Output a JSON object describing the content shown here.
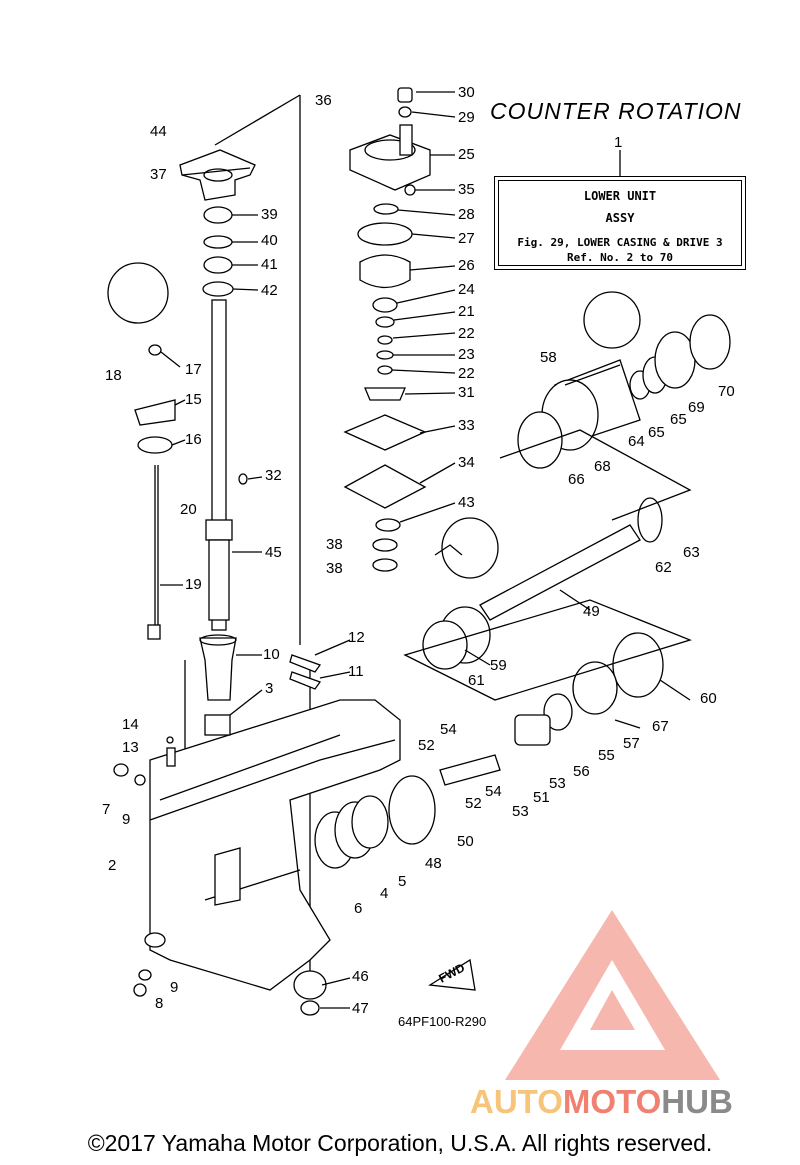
{
  "title": "COUNTER ROTATION",
  "info_box": {
    "ref_number": "1",
    "line1": "LOWER UNIT",
    "line2": "ASSY",
    "line3": "Fig. 29, LOWER CASING & DRIVE 3",
    "line4": "Ref. No. 2 to 70"
  },
  "callouts": {
    "c30": "30",
    "c29": "29",
    "c36": "36",
    "c25": "25",
    "c35": "35",
    "c28": "28",
    "c27": "27",
    "c26": "26",
    "c24": "24",
    "c21": "21",
    "c22a": "22",
    "c23": "23",
    "c22b": "22",
    "c31": "31",
    "c33": "33",
    "c34": "34",
    "c43": "43",
    "c38a": "38",
    "c38b": "38",
    "c44": "44",
    "c37": "37",
    "c39": "39",
    "c40": "40",
    "c41": "41",
    "c42": "42",
    "c17": "17",
    "c18": "18",
    "c15": "15",
    "c16": "16",
    "c32": "32",
    "c20": "20",
    "c45": "45",
    "c19": "19",
    "c12": "12",
    "c10": "10",
    "c11": "11",
    "c3": "3",
    "c14": "14",
    "c13": "13",
    "c7": "7",
    "c9a": "9",
    "c2": "2",
    "c9b": "9",
    "c8": "8",
    "c46": "46",
    "c47": "47",
    "c6": "6",
    "c4": "4",
    "c5": "5",
    "c48": "48",
    "c50": "50",
    "c54a": "54",
    "c52a": "52",
    "c54b": "54",
    "c52b": "52",
    "c51": "51",
    "c53a": "53",
    "c53b": "53",
    "c56": "56",
    "c55": "55",
    "c57": "57",
    "c67": "67",
    "c60": "60",
    "c61": "61",
    "c59": "59",
    "c49": "49",
    "c62": "62",
    "c63": "63",
    "c58": "58",
    "c68": "68",
    "c66": "66",
    "c64": "64",
    "c65a": "65",
    "c65b": "65",
    "c69": "69",
    "c70": "70"
  },
  "ref_code": "64PF100-R290",
  "fwd_label": "FWD",
  "watermark": {
    "part1": "AUTO",
    "part2": "MOTO",
    "part3": "HUB",
    "color1": "#f6c47a",
    "color2": "#f08070",
    "color3": "#8a8a8a"
  },
  "copyright": "©2017 Yamaha Motor Corporation, U.S.A. All rights reserved."
}
